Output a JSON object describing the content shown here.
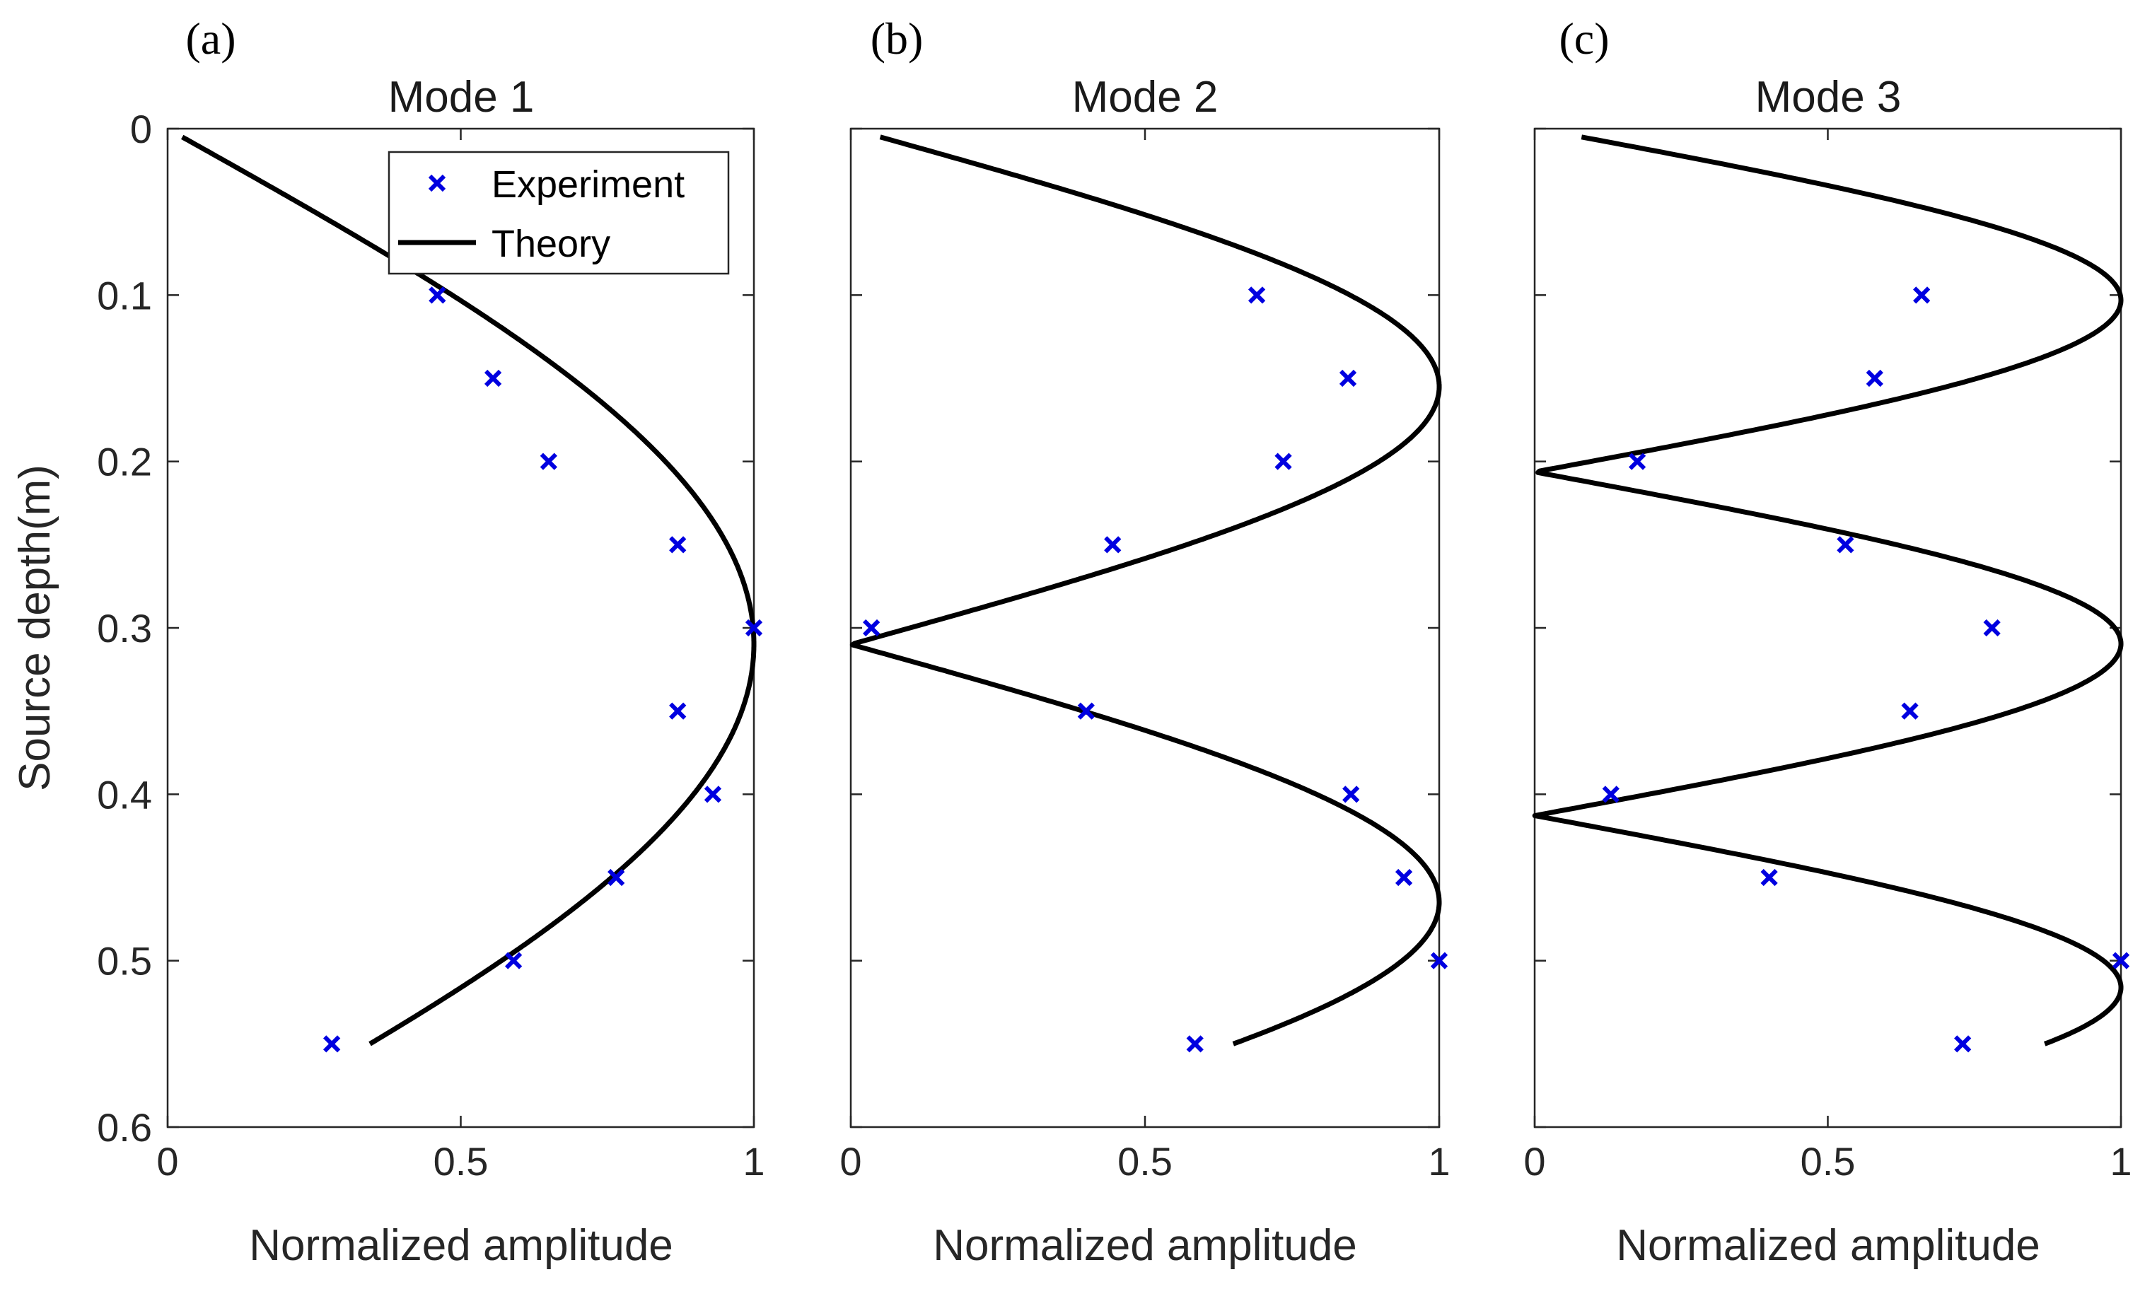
{
  "figure": {
    "ylabel": "Source depth(m)",
    "xlabel": "Normalized amplitude",
    "legend": {
      "experiment": "Experiment",
      "theory": "Theory",
      "placement": "top-right (panel a)"
    },
    "colors": {
      "experiment": "#0000e0",
      "theory": "#000000"
    }
  },
  "chart_data": [
    {
      "type": "scatter",
      "panel_letter": "(a)",
      "title": "Mode 1",
      "xlabel": "Normalized amplitude",
      "ylabel": "Source depth(m)",
      "xlim": [
        0,
        1
      ],
      "ylim": [
        0,
        0.6
      ],
      "y_reversed": true,
      "xticks": [
        "0",
        "0.5",
        "1"
      ],
      "yticks": [
        "0",
        "0.1",
        "0.2",
        "0.3",
        "0.4",
        "0.5",
        "0.6"
      ],
      "series": [
        {
          "name": "Experiment",
          "marker": "x",
          "x": [
            0.46,
            0.555,
            0.65,
            0.87,
            1.0,
            0.87,
            0.93,
            0.765,
            0.59,
            0.28
          ],
          "y": [
            0.1,
            0.15,
            0.2,
            0.25,
            0.3,
            0.35,
            0.4,
            0.45,
            0.5,
            0.55
          ]
        },
        {
          "name": "Theory",
          "style": "line",
          "mode": 1,
          "depth_range": [
            0.005,
            0.55
          ],
          "min_amp_at_ends": [
            0.025,
            0.345
          ]
        }
      ]
    },
    {
      "type": "scatter",
      "panel_letter": "(b)",
      "title": "Mode 2",
      "xlabel": "Normalized amplitude",
      "xlim": [
        0,
        1
      ],
      "ylim": [
        0,
        0.6
      ],
      "y_reversed": true,
      "xticks": [
        "0",
        "0.5",
        "1"
      ],
      "series": [
        {
          "name": "Experiment",
          "marker": "x",
          "x": [
            0.69,
            0.845,
            0.735,
            0.445,
            0.035,
            0.4,
            0.85,
            0.94,
            1.0,
            0.585
          ],
          "y": [
            0.1,
            0.15,
            0.2,
            0.25,
            0.3,
            0.35,
            0.4,
            0.45,
            0.5,
            0.55
          ]
        },
        {
          "name": "Theory",
          "style": "line",
          "mode": 2,
          "depth_range": [
            0.005,
            0.55
          ],
          "min_amp_at_ends": [
            0.05,
            0.65
          ]
        }
      ]
    },
    {
      "type": "scatter",
      "panel_letter": "(c)",
      "title": "Mode 3",
      "xlabel": "Normalized amplitude",
      "xlim": [
        0,
        1
      ],
      "ylim": [
        0,
        0.6
      ],
      "y_reversed": true,
      "xticks": [
        "0",
        "0.5",
        "1"
      ],
      "series": [
        {
          "name": "Experiment",
          "marker": "x",
          "x": [
            0.66,
            0.58,
            0.175,
            0.53,
            0.78,
            0.64,
            0.13,
            0.4,
            1.0,
            0.73
          ],
          "y": [
            0.1,
            0.15,
            0.2,
            0.25,
            0.3,
            0.35,
            0.4,
            0.45,
            0.5,
            0.55
          ]
        },
        {
          "name": "Theory",
          "style": "line",
          "mode": 3,
          "depth_range": [
            0.005,
            0.55
          ],
          "min_amp_at_ends": [
            0.08,
            0.87
          ]
        }
      ]
    }
  ]
}
